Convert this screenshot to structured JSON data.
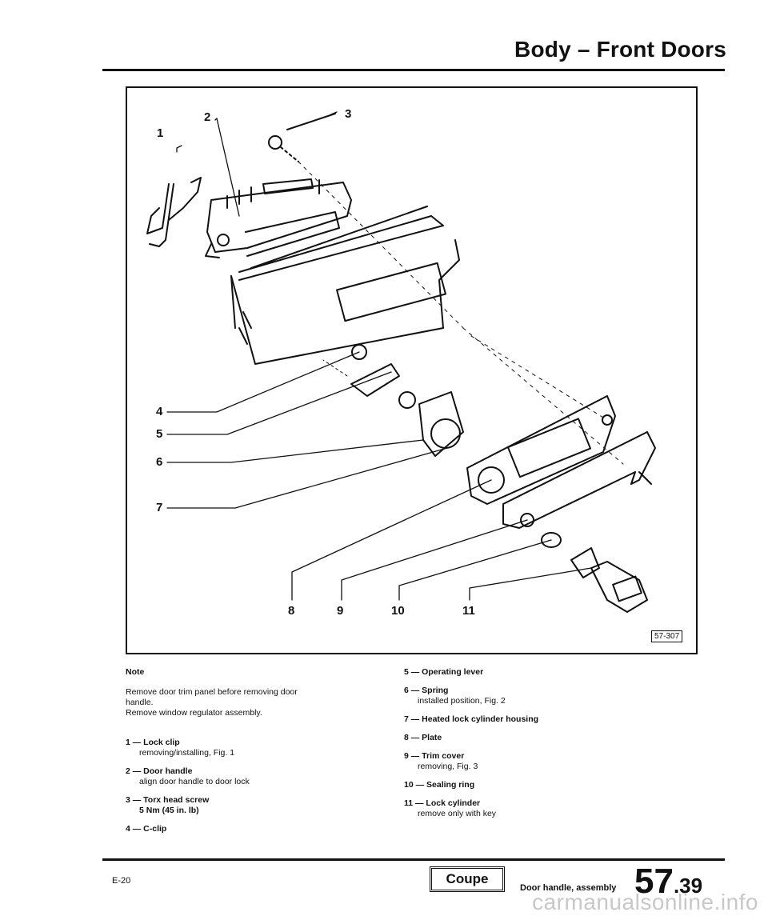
{
  "header": {
    "title": "Body – Front Doors"
  },
  "figure": {
    "number": "57-307",
    "callouts": [
      "1",
      "2",
      "3",
      "4",
      "5",
      "6",
      "7",
      "8",
      "9",
      "10",
      "11"
    ]
  },
  "notes": {
    "heading": "Note",
    "lines": [
      "Remove door trim panel before removing door",
      "handle.",
      "Remove window regulator assembly."
    ]
  },
  "items_left": [
    {
      "title": "1 — Lock clip",
      "sub": "removing/installing, Fig. 1"
    },
    {
      "title": "2 — Door handle",
      "sub": "align door handle to door lock"
    },
    {
      "title": "3 — Torx head screw",
      "sub": "5 Nm (45 in. lb)"
    },
    {
      "title": "4 — C-clip",
      "sub": ""
    }
  ],
  "items_right": [
    {
      "title": "5 — Operating lever",
      "sub": ""
    },
    {
      "title": "6 — Spring",
      "sub": "installed position, Fig. 2"
    },
    {
      "title": "7 — Heated lock cylinder housing",
      "sub": ""
    },
    {
      "title": "8 — Plate",
      "sub": ""
    },
    {
      "title": "9 — Trim cover",
      "sub": "removing, Fig. 3"
    },
    {
      "title": "10 — Sealing ring",
      "sub": ""
    },
    {
      "title": "11 — Lock cylinder",
      "sub": "remove only with key"
    }
  ],
  "footer": {
    "code": "E-20",
    "badge": "Coupe",
    "description": "Door handle, assembly",
    "page_major": "57",
    "page_minor": ".39",
    "watermark": "carmanualsonline.info"
  }
}
